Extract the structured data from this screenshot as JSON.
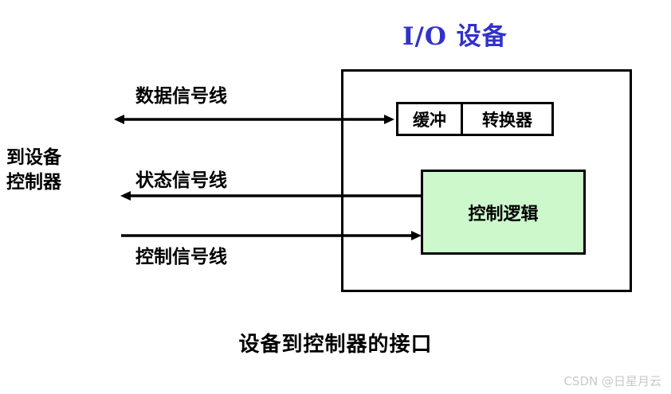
{
  "title": "I/O 设备",
  "title_color": "#3232c8",
  "caption": "设备到控制器的接口",
  "watermark": "CSDN @日星月云",
  "left_target": {
    "line1": "到设备",
    "line2": "控制器"
  },
  "device_box": {
    "border_color": "#000000",
    "fill": "transparent"
  },
  "buffer_group": {
    "buffer_label": "缓冲",
    "converter_label": "转换器",
    "fill": "#ffffff",
    "border_color": "#000000"
  },
  "control_logic": {
    "label": "控制逻辑",
    "fill": "#ccf8cc",
    "border_color": "#000000"
  },
  "signal_lines": [
    {
      "name": "data-signal-line",
      "label": "数据信号线",
      "direction": "bidirectional",
      "color": "#000000"
    },
    {
      "name": "status-signal-line",
      "label": "状态信号线",
      "direction": "left",
      "color": "#000000"
    },
    {
      "name": "control-signal-line",
      "label": "控制信号线",
      "direction": "right",
      "color": "#000000"
    }
  ]
}
